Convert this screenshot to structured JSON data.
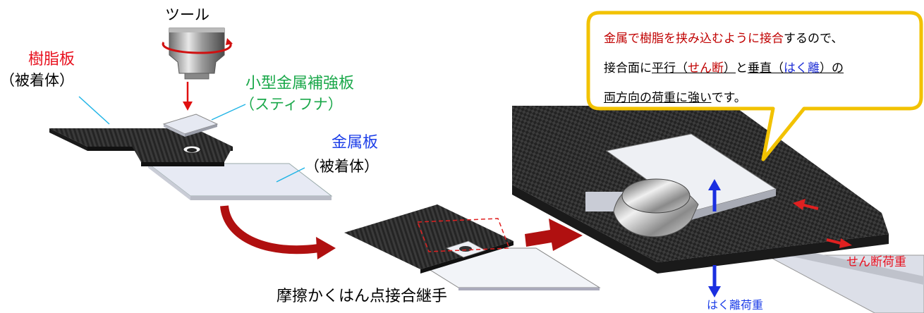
{
  "colors": {
    "red_label": "#e8101e",
    "green_label": "#1aa84a",
    "blue_label": "#1c3ee8",
    "callout_border": "#f2c200",
    "arrow_red": "#c00000",
    "arrow_blue": "#1a2fe0",
    "leader_line": "#22b5e6"
  },
  "labels": {
    "tool": "ツール",
    "resin_plate": "樹脂板",
    "resin_plate_sub": "（被着体）",
    "stiffener": "小型金属補強板",
    "stiffener_sub": "（スティフナ）",
    "metal_plate": "金属板",
    "metal_plate_sub": "（被着体）",
    "joint_name": "摩擦かくはん点接合継手",
    "shear_load": "せん断荷重",
    "peel_load": "はく離荷重"
  },
  "callout": {
    "line1_red": "金属で樹脂を挟み込むように接合",
    "line1_rest": "するので、",
    "line2_a": "接合面に",
    "line2_parallel": "平行",
    "line2_paren_open": "（",
    "line2_shear": "せん断",
    "line2_paren_close": "）",
    "line2_and": "と",
    "line2_vertical": "垂直",
    "line2_peel": "はく離",
    "line2_no": "の",
    "line3_underlined": "両方向の荷重に強い",
    "line3_rest": "です。"
  },
  "icons": {
    "rotation": "rotation-arrow-icon",
    "down_arrow": "down-arrow-icon",
    "curved_arrow": "curved-arrow-icon",
    "big_right_arrow": "big-right-arrow-icon"
  }
}
